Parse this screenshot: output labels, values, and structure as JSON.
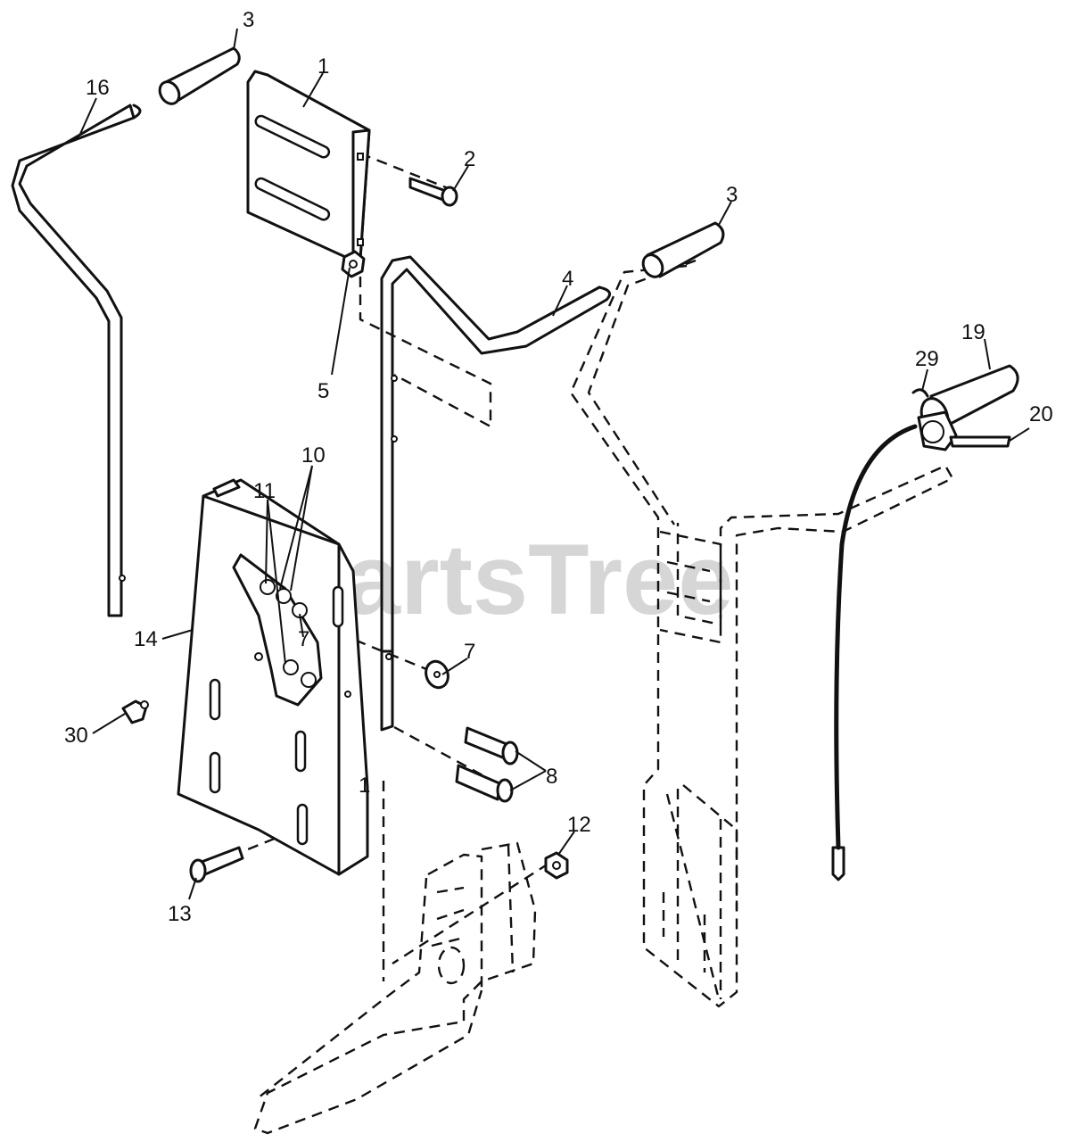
{
  "watermark": {
    "text": "PartsTree"
  },
  "callouts": [
    {
      "label": "1"
    },
    {
      "label": "1"
    },
    {
      "label": "2"
    },
    {
      "label": "3"
    },
    {
      "label": "3"
    },
    {
      "label": "4"
    },
    {
      "label": "5"
    },
    {
      "label": "7"
    },
    {
      "label": "7"
    },
    {
      "label": "8"
    },
    {
      "label": "10"
    },
    {
      "label": "11"
    },
    {
      "label": "12"
    },
    {
      "label": "13"
    },
    {
      "label": "14"
    },
    {
      "label": "16"
    },
    {
      "label": "19"
    },
    {
      "label": "20"
    },
    {
      "label": "29"
    },
    {
      "label": "30"
    }
  ]
}
